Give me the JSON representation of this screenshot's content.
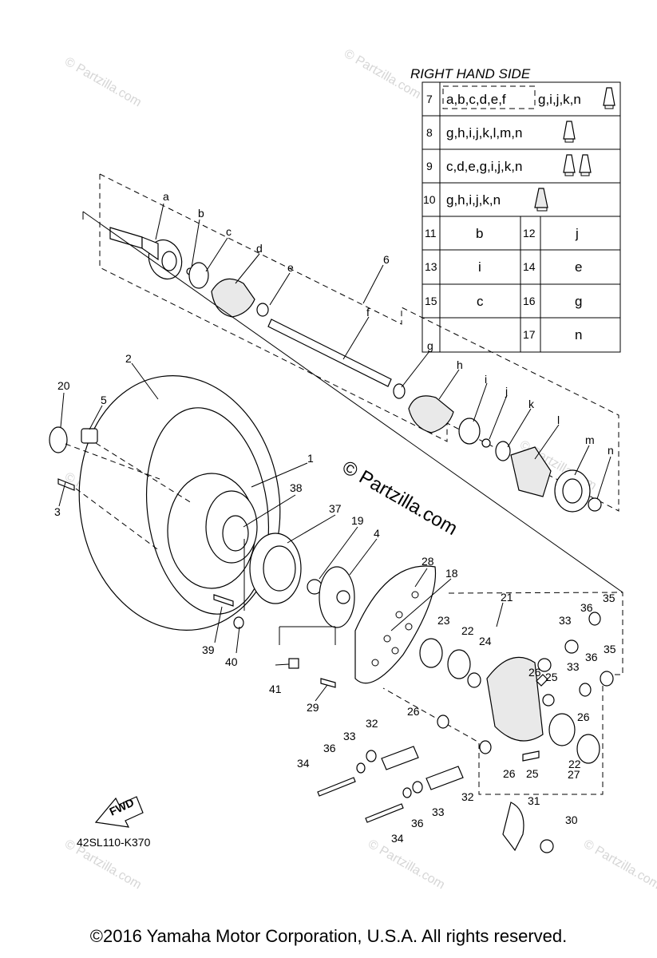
{
  "table": {
    "title": "RIGHT HAND SIDE",
    "rows": [
      {
        "num": "7",
        "codes_a": "a,b,c,d,e,f",
        "codes_b": "g,i,j,k,n"
      },
      {
        "num": "8",
        "codes": "g,h,i,j,k,l,m,n"
      },
      {
        "num": "9",
        "codes": "c,d,e,g,i,j,k,n"
      },
      {
        "num": "10",
        "codes": "g,h,i,j,k,n"
      }
    ],
    "pairs": [
      {
        "n1": "11",
        "v1": "b",
        "n2": "12",
        "v2": "j"
      },
      {
        "n1": "13",
        "v1": "i",
        "n2": "14",
        "v2": "e"
      },
      {
        "n1": "15",
        "v1": "c",
        "n2": "16",
        "v2": "g"
      },
      {
        "n1": "",
        "v1": "",
        "n2": "17",
        "v2": "n"
      }
    ]
  },
  "callouts": {
    "a": "a",
    "b": "b",
    "c": "c",
    "d": "d",
    "e": "e",
    "f": "f",
    "g": "g",
    "h": "h",
    "i": "i",
    "j": "j",
    "k": "k",
    "l": "l",
    "m": "m",
    "n": "n",
    "p1": "1",
    "p2": "2",
    "p3": "3",
    "p4": "4",
    "p5": "5",
    "p6": "6",
    "p18": "18",
    "p19": "19",
    "p20": "20",
    "p21": "21",
    "p22a": "22",
    "p22b": "22",
    "p23": "23",
    "p24": "24",
    "p25a": "25",
    "p25b": "25",
    "p26a": "26",
    "p26b": "26",
    "p26c": "26",
    "p26d": "26",
    "p27": "27",
    "p28": "28",
    "p29": "29",
    "p30": "30",
    "p31": "31",
    "p32a": "32",
    "p32b": "32",
    "p33a": "33",
    "p33b": "33",
    "p33c": "33",
    "p33d": "33",
    "p34a": "34",
    "p34b": "34",
    "p35a": "35",
    "p35b": "35",
    "p36a": "36",
    "p36b": "36",
    "p36c": "36",
    "p36d": "36",
    "p37": "37",
    "p38": "38",
    "p39": "39",
    "p40": "40",
    "p41": "41"
  },
  "watermark_center": "© Partzilla.com",
  "watermark_small": "© Partzilla.com",
  "fwd_label": "FWD",
  "diagram_code": "42SL110-K370",
  "copyright": "©2016  Yamaha Motor Corporation, U.S.A. All rights reserved."
}
